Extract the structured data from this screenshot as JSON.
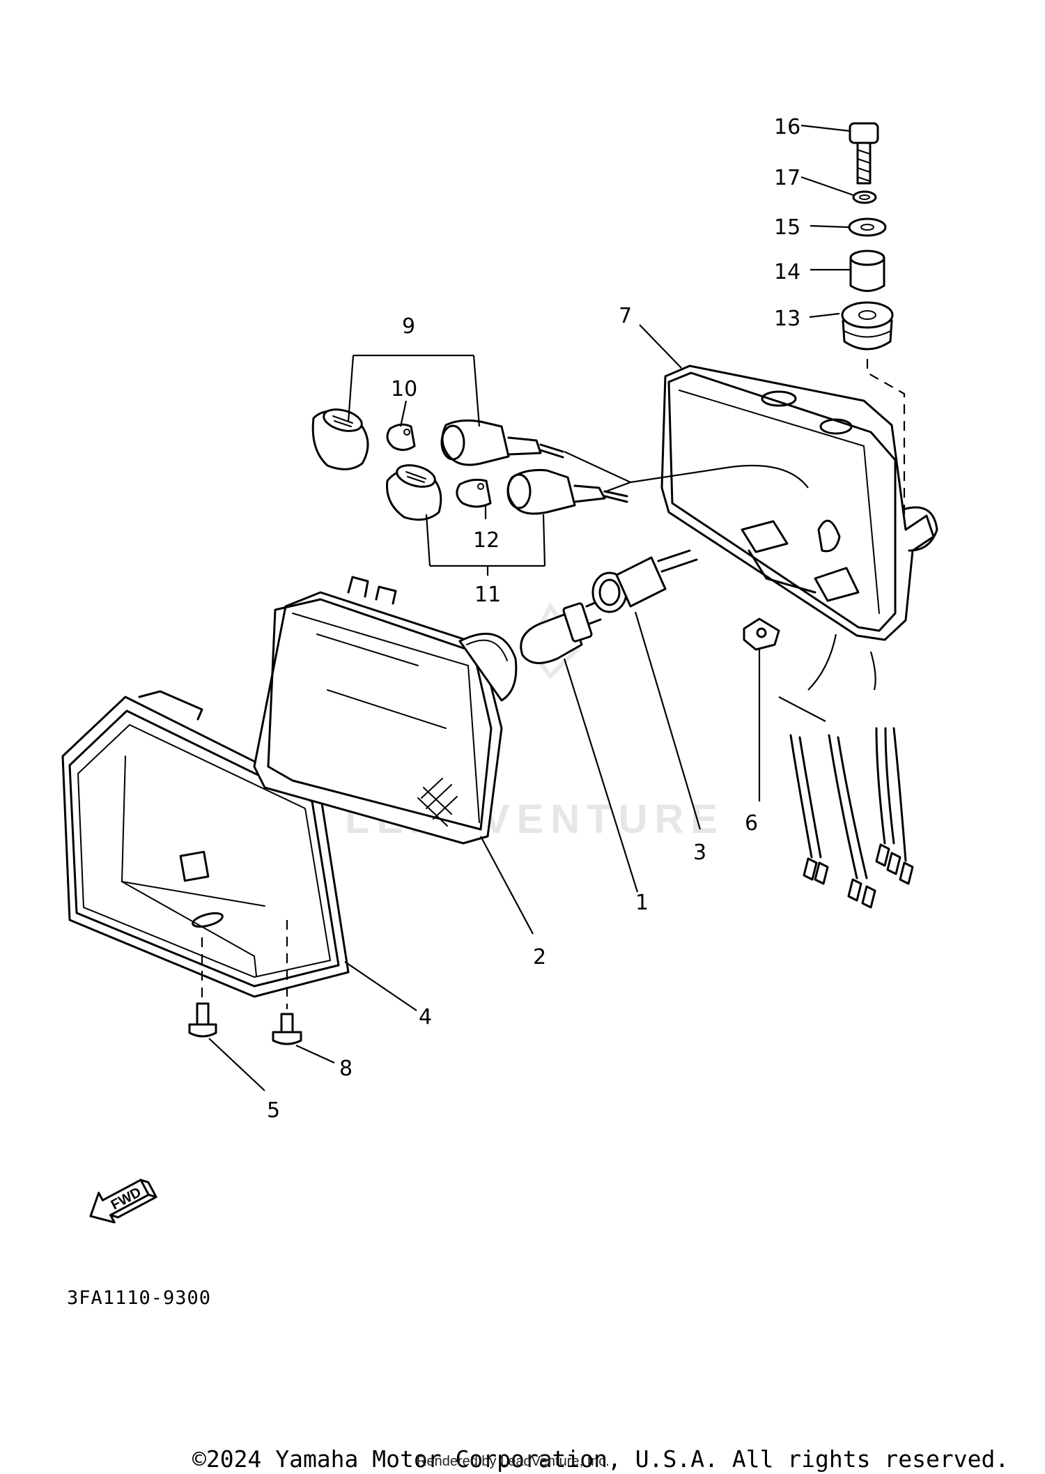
{
  "diagram": {
    "callouts": [
      "1",
      "2",
      "3",
      "4",
      "5",
      "6",
      "7",
      "8",
      "9",
      "10",
      "11",
      "12",
      "13",
      "14",
      "15",
      "16",
      "17"
    ],
    "fwd_arrow_label": "FWD",
    "drawing_code": "3FA1110-9300",
    "watermark_text": "LEADVENTURE",
    "copyright": "©2024 Yamaha Motor Corporation, U.S.A. All rights reserved.",
    "rendered_by": "Rendered by LeadVenture, Inc."
  }
}
